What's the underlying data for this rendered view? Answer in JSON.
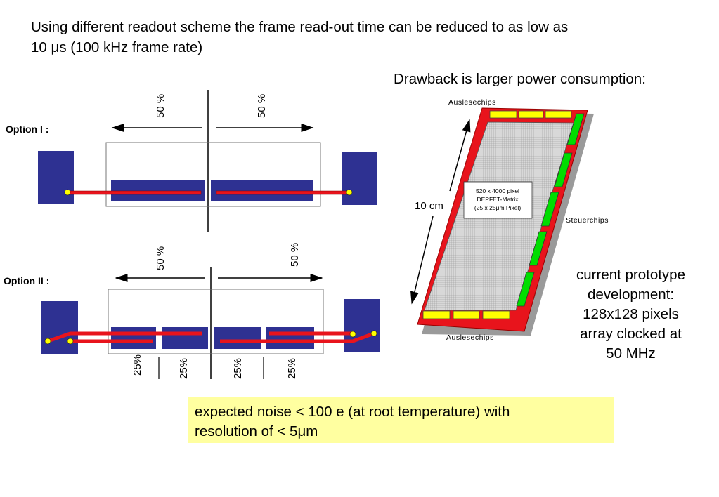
{
  "heading": {
    "line1": "Using different readout scheme the frame read-out time can be reduced to as low as",
    "line2_prefix": "10 ",
    "line2_mu": "μ",
    "line2_rest": "s (100 kHz frame rate)"
  },
  "drawback": "Drawback is larger power consumption:",
  "options": {
    "option1_label": "Option I :",
    "option1_left_pct": "50 %",
    "option1_right_pct": "50 %",
    "option2_label": "Option II :",
    "option2_left_pct": "50 %",
    "option2_right_pct": "50 %",
    "quarters": [
      "25%",
      "25%",
      "25%",
      "25%"
    ]
  },
  "module": {
    "top_label": "Auslesechips",
    "bottom_label": "Auslesechips",
    "side_label": "Steuerchips",
    "size_label": "10 cm",
    "matrix_line1": "520 x 4000 pixel",
    "matrix_line2": "DEPFET-Matrix",
    "matrix_line3": "(25 x 25μm Pixel)"
  },
  "prototype": {
    "line1": "current prototype",
    "line2": "development:",
    "line3": "128x128 pixels",
    "line4": "array clocked at",
    "line5": "50 MHz"
  },
  "noise": {
    "line1": "expected noise < 100 e (at root temperature) with",
    "line2_prefix": "resolution of < 5",
    "line2_mu": "μ",
    "line2_rest": "m"
  },
  "colors": {
    "sensor_blue": "#2e3192",
    "readout_red": "#e8141c",
    "chip_yellow": "#ffff00",
    "steer_green": "#00dd00",
    "note_bg": "#ffffa0"
  }
}
